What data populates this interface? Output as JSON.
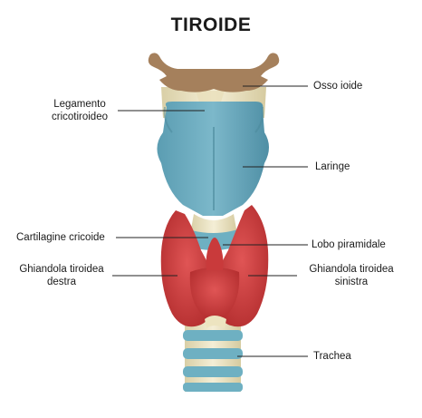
{
  "title": "TIROIDE",
  "colors": {
    "hyoid": "#a5805c",
    "larynx": "#6aa9bd",
    "cartilage": "#ede4c0",
    "thyroid": "#cf3f3f",
    "trachea_ring": "#6eb0c2"
  },
  "labels": {
    "osso_ioide": "Osso ioide",
    "legamento": [
      "Legamento",
      "cricotiroideo"
    ],
    "laringe": "Laringe",
    "cartilagine": "Cartilagine cricoide",
    "lobo": "Lobo piramidale",
    "gh_destra": [
      "Ghiandola tiroidea",
      "destra"
    ],
    "gh_sinistra": [
      "Ghiandola tiroidea",
      "sinistra"
    ],
    "trachea": "Trachea"
  }
}
